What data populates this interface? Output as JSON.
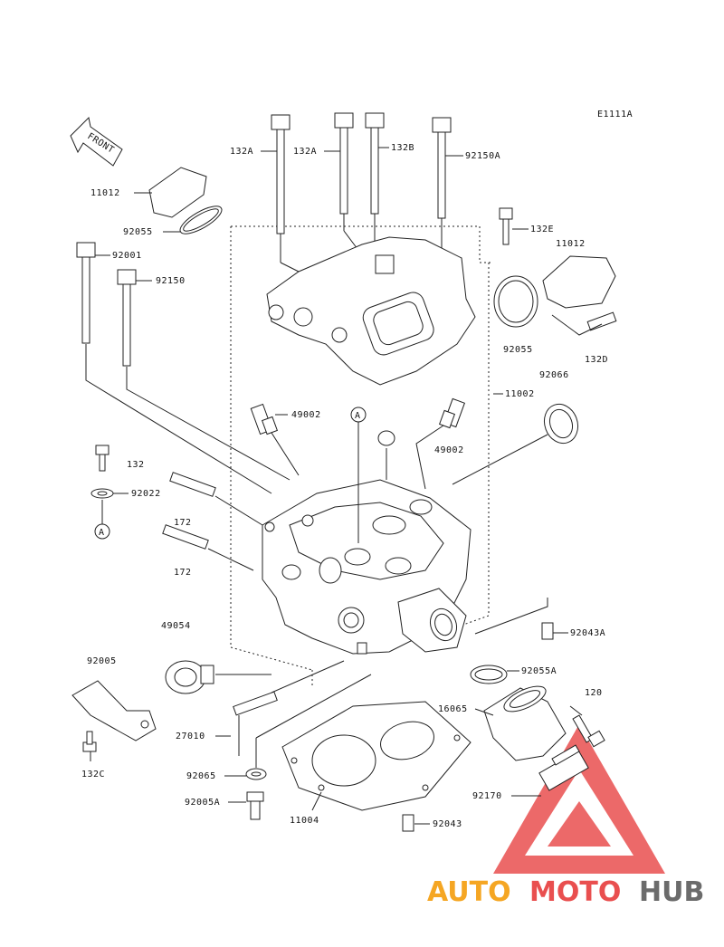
{
  "diagram_code": "E1111A",
  "front_label": "FRONT",
  "callout_marker": "A",
  "watermark": {
    "part1": "AUTO",
    "part2": "MOTO",
    "part3": "HUB",
    "color_orange": "#f5a623",
    "color_red": "#e94f4f",
    "color_gray": "#6b6b6b"
  },
  "parts": {
    "p132A_1": "132A",
    "p132A_2": "132A",
    "p132B": "132B",
    "p92150A": "92150A",
    "p11012_left": "11012",
    "p92055_left": "92055",
    "p132E": "132E",
    "p11012_right": "11012",
    "p92001": "92001",
    "p92150": "92150",
    "p92055_right": "92055",
    "p132D": "132D",
    "p92066": "92066",
    "p11002": "11002",
    "p49002_left": "49002",
    "p49002_right": "49002",
    "p132": "132",
    "p92022": "92022",
    "p172_1": "172",
    "p172_2": "172",
    "p92043A": "92043A",
    "p49054": "49054",
    "p92005": "92005",
    "p92055A": "92055A",
    "p120": "120",
    "p16065": "16065",
    "p27010": "27010",
    "p132C": "132C",
    "p92065": "92065",
    "p92170": "92170",
    "p92005A": "92005A",
    "p11004": "11004",
    "p92043": "92043"
  }
}
